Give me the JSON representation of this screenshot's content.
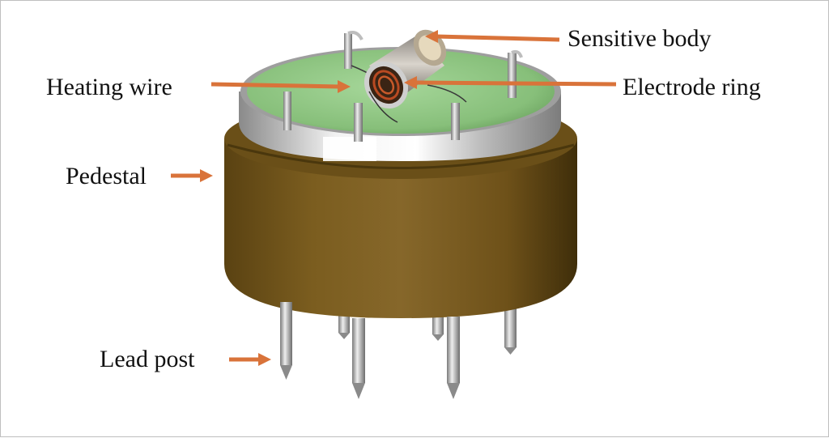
{
  "labels": {
    "sensitive_body": "Sensitive body",
    "heating_wire": "Heating wire",
    "electrode_ring": "Electrode ring",
    "pedestal": "Pedestal",
    "lead_post": "Lead post"
  },
  "colors": {
    "arrow": "#d9733a",
    "pedestal": "#7a5c1e",
    "pedestal_dark": "#4f3a10",
    "board": "#8fc583",
    "metal": "#c9c9c9"
  }
}
